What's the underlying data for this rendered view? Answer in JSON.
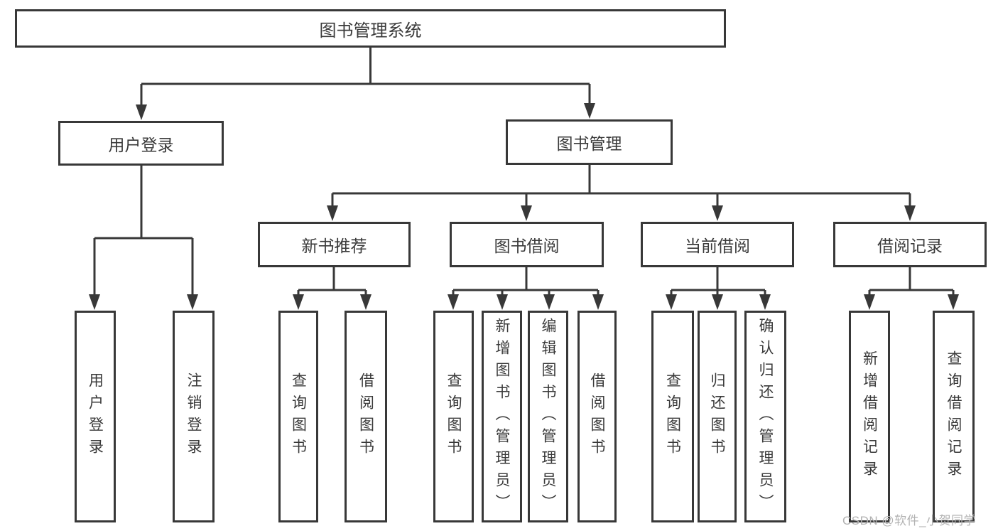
{
  "diagram": {
    "type": "hierarchy-tree",
    "title": {
      "label": "图书管理系统"
    },
    "level2": [
      {
        "label": "用户登录"
      },
      {
        "label": "图书管理"
      }
    ],
    "level3": [
      {
        "label": "新书推荐",
        "parent": "图书管理"
      },
      {
        "label": "图书借阅",
        "parent": "图书管理"
      },
      {
        "label": "当前借阅",
        "parent": "图书管理"
      },
      {
        "label": "借阅记录",
        "parent": "图书管理"
      }
    ],
    "leaves": [
      {
        "label": "用户登录",
        "parent": "用户登录"
      },
      {
        "label": "注销登录",
        "parent": "用户登录"
      },
      {
        "label": "查询图书",
        "parent": "新书推荐"
      },
      {
        "label": "借阅图书",
        "parent": "新书推荐"
      },
      {
        "label": "查询图书",
        "parent": "图书借阅"
      },
      {
        "label": "新增图书（管理员）",
        "parent": "图书借阅"
      },
      {
        "label": "编辑图书（管理员）",
        "parent": "图书借阅"
      },
      {
        "label": "借阅图书",
        "parent": "图书借阅"
      },
      {
        "label": "查询图书",
        "parent": "当前借阅"
      },
      {
        "label": "归还图书",
        "parent": "当前借阅"
      },
      {
        "label": "确认归还（管理员）",
        "parent": "当前借阅"
      },
      {
        "label": "新增借阅记录",
        "parent": "借阅记录"
      },
      {
        "label": "查询借阅记录",
        "parent": "借阅记录"
      }
    ],
    "colors": {
      "line": "#383838",
      "text": "#3a3a3a",
      "background": "#ffffff",
      "watermark": "#b2b2b2"
    }
  },
  "watermark": {
    "text": "CSDN @软件_小贺同学"
  }
}
